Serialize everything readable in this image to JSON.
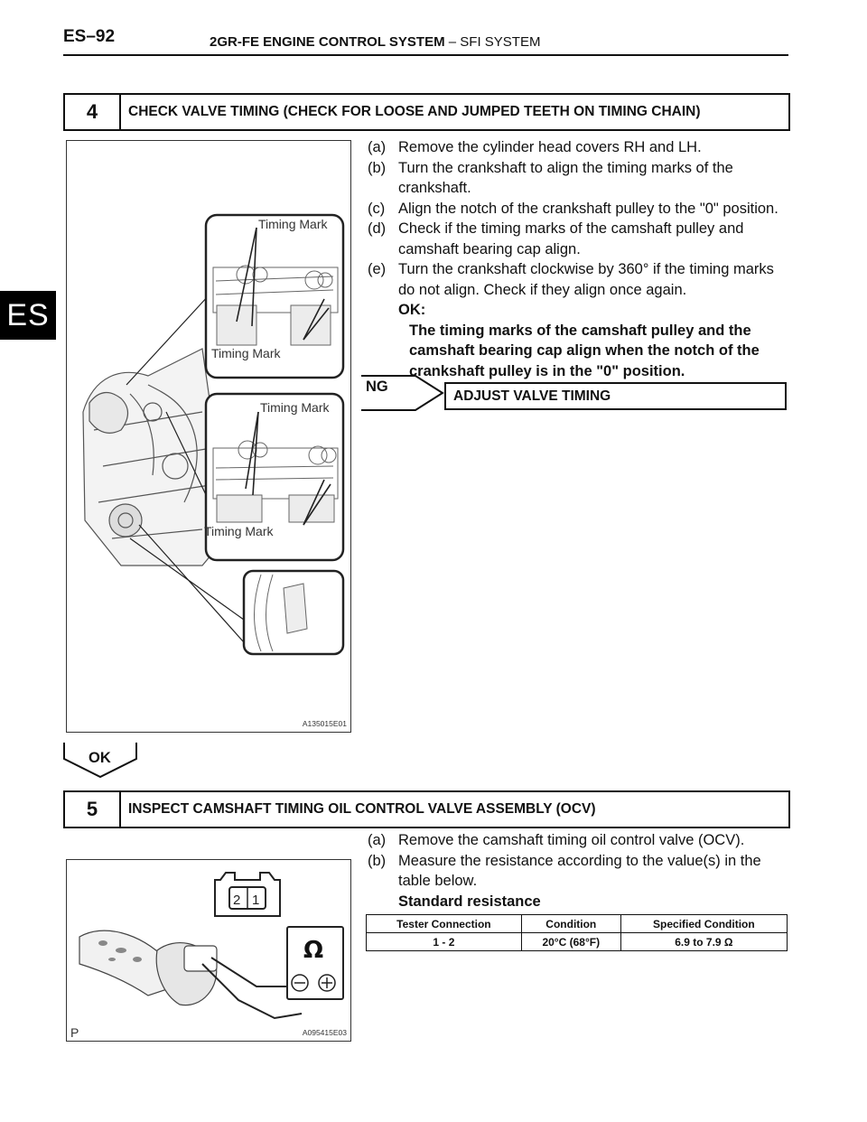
{
  "header": {
    "page_number": "ES–92",
    "title_bold": "2GR-FE ENGINE CONTROL SYSTEM",
    "title_rest": " – SFI SYSTEM"
  },
  "side_tab": "ES",
  "step4": {
    "number": "4",
    "title": "CHECK VALVE TIMING (CHECK FOR LOOSE AND JUMPED TEETH ON TIMING CHAIN)",
    "figure": {
      "id": "A135015E01",
      "callouts": [
        "Timing Mark",
        "Timing Mark",
        "Timing Mark",
        "Timing Mark"
      ]
    },
    "items": [
      {
        "label": "(a)",
        "text": "Remove the cylinder head covers RH and LH."
      },
      {
        "label": "(b)",
        "text": "Turn the crankshaft to align the timing marks of the crankshaft."
      },
      {
        "label": "(c)",
        "text": "Align the notch of the crankshaft pulley to the \"0\" position."
      },
      {
        "label": "(d)",
        "text": "Check if the timing marks of the camshaft pulley and camshaft bearing cap align."
      },
      {
        "label": "(e)",
        "text": "Turn the crankshaft clockwise by 360° if the timing marks do not align. Check if they align once again."
      }
    ],
    "ok_label": "OK:",
    "ok_text": "The timing marks of the camshaft pulley and the camshaft bearing cap align when the notch of the crankshaft pulley is in the \"0\" position.",
    "ng_label": "NG",
    "ng_action": "ADJUST VALVE TIMING",
    "ok_tag": "OK"
  },
  "step5": {
    "number": "5",
    "title": "INSPECT CAMSHAFT TIMING OIL CONTROL VALVE ASSEMBLY (OCV)",
    "figure": {
      "id": "A095415E03",
      "corner_letter": "P",
      "pin_labels": [
        "2",
        "1"
      ]
    },
    "items": [
      {
        "label": "(a)",
        "text": "Remove the camshaft timing oil control valve (OCV)."
      },
      {
        "label": "(b)",
        "text": "Measure the resistance according to the value(s) in the table below."
      }
    ],
    "std_label": "Standard resistance",
    "table": {
      "headers": [
        "Tester Connection",
        "Condition",
        "Specified Condition"
      ],
      "rows": [
        [
          "1 - 2",
          "20°C (68°F)",
          "6.9 to 7.9 Ω"
        ]
      ]
    }
  }
}
